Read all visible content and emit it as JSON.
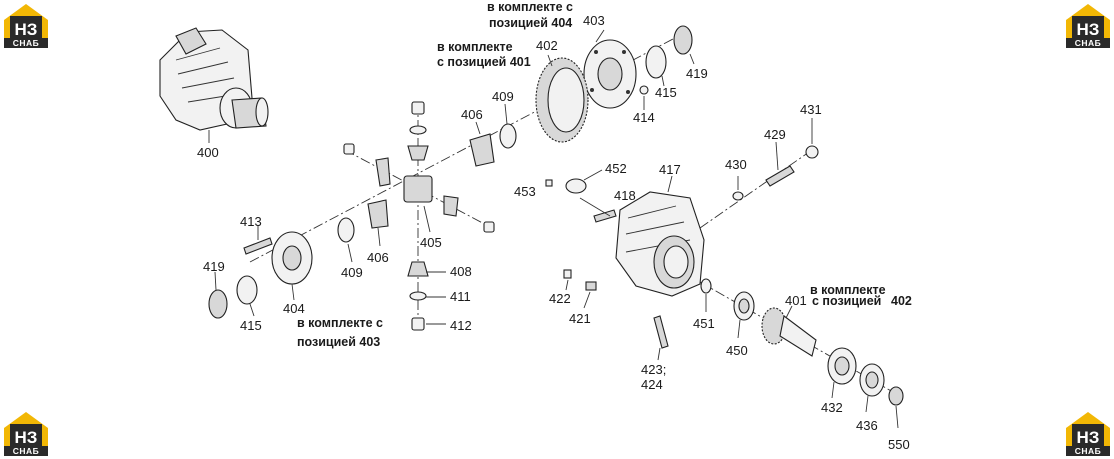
{
  "logo": {
    "letters": "НЗ",
    "sub": "СНАБ",
    "color": "#f2b705",
    "dark": "#2a2a2a"
  },
  "labels": {
    "p400": "400",
    "p401": "401",
    "p402": "402",
    "p403": "403",
    "p404": "404",
    "p405": "405",
    "p406a": "406",
    "p406b": "406",
    "p408": "408",
    "p409a": "409",
    "p409b": "409",
    "p411": "411",
    "p412": "412",
    "p413": "413",
    "p414": "414",
    "p415a": "415",
    "p415b": "415",
    "p417": "417",
    "p418": "418",
    "p419a": "419",
    "p419b": "419",
    "p421": "421",
    "p422": "422",
    "p423": "423;",
    "p424": "424",
    "p429": "429",
    "p430": "430",
    "p431": "431",
    "p432": "432",
    "p436": "436",
    "p450": "450",
    "p451": "451",
    "p452": "452",
    "p453": "453",
    "p550": "550"
  },
  "notes": {
    "n404_l1": "в комплекте с",
    "n404_l2": "позицией 404",
    "n401_l1": "в комплекте",
    "n401_l2": "с позицией 401",
    "n403_l1": "в комплекте с",
    "n403_l2": "позицией 403",
    "n402_l1": "в комплекте",
    "n402_l2": "с позицией",
    "n402_num": "402"
  }
}
